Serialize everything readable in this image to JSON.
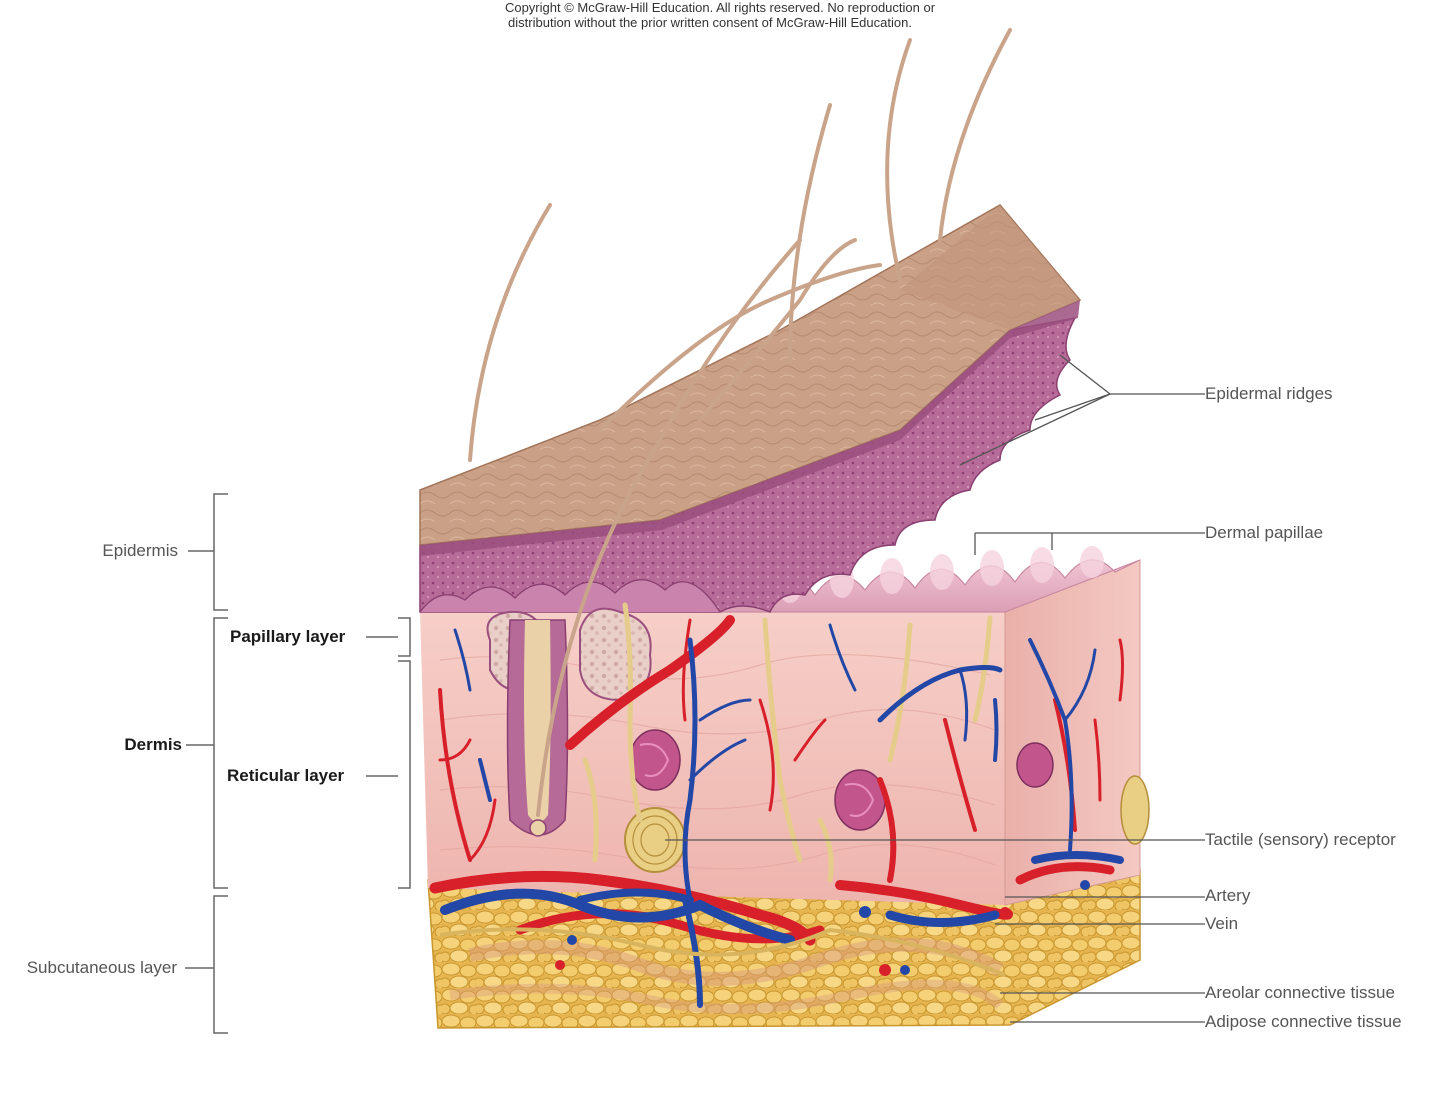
{
  "copyright": {
    "line1": "Copyright © McGraw-Hill Education.  All rights reserved. No reproduction or",
    "line2": "distribution without the prior written consent of McGraw-Hill Education."
  },
  "labels_left": {
    "epidermis": "Epidermis",
    "dermis": "Dermis",
    "papillary_layer": "Papillary layer",
    "reticular_layer": "Reticular layer",
    "subcutaneous_layer": "Subcutaneous layer"
  },
  "labels_right": {
    "epidermal_ridges": "Epidermal ridges",
    "dermal_papillae": "Dermal papillae",
    "tactile_receptor": "Tactile (sensory) receptor",
    "artery": "Artery",
    "vein": "Vein",
    "areolar_tissue": "Areolar connective tissue",
    "adipose_tissue": "Adipose connective tissue"
  },
  "colors": {
    "stratum_surface": "#c99a7e",
    "epidermis_purple": "#b46a97",
    "dermis_pink": "#f2c2be",
    "papillae_pink": "#eab4c4",
    "fat_yellow": "#f0c562",
    "artery_red": "#d8202a",
    "vein_blue": "#2347a6",
    "nerve_tan": "#e8cf8c",
    "hair": "#c9a48a",
    "leader_line": "#555555"
  }
}
